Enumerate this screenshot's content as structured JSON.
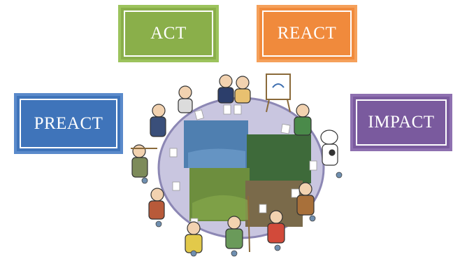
{
  "boxes": {
    "act": {
      "label": "ACT",
      "color": "#8aaf4a",
      "border": "#9cc35c"
    },
    "react": {
      "label": "REACT",
      "color": "#f08a3c",
      "border": "#f5a05a"
    },
    "preact": {
      "label": "PREACT",
      "color": "#3f74ba",
      "border": "#5a8acb"
    },
    "impact": {
      "label": "IMPACT",
      "color": "#7a5a9e",
      "border": "#8e70b0"
    }
  },
  "illustration": {
    "table_color": "#c9c6e0",
    "table_edge": "#8c87b4",
    "photo_colors": [
      "#4f7fb0",
      "#3e6a3a",
      "#6d8e3e",
      "#7a6a4a"
    ]
  }
}
